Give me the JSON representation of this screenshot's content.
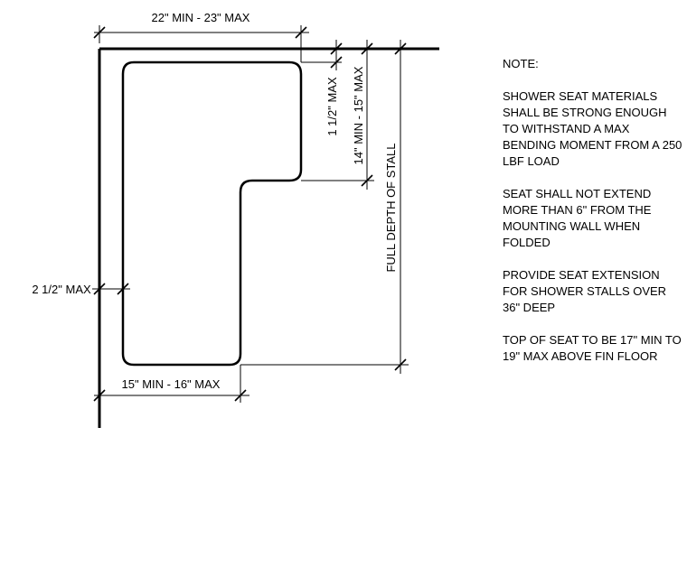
{
  "dimensions": {
    "seat_width_top": "22\" MIN - 23\" MAX",
    "seat_width_bottom": "15\" MIN - 16\" MAX",
    "wall_gap_side": "2 1/2\" MAX",
    "wall_gap_back": "1 1/2\" MAX",
    "wide_depth": "14\" MIN - 15\" MAX",
    "full_depth": "FULL DEPTH OF STALL"
  },
  "notes": {
    "title": "NOTE:",
    "items": [
      "SHOWER SEAT MATERIALS SHALL BE STRONG ENOUGH TO WITHSTAND A MAX BENDING MOMENT FROM A 250 LBF LOAD",
      "SEAT SHALL NOT EXTEND MORE THAN 6\" FROM THE MOUNTING WALL WHEN FOLDED",
      "PROVIDE SEAT EXTENSION FOR SHOWER STALLS OVER 36\" DEEP",
      "TOP OF SEAT TO BE 17\" MIN TO 19\" MAX ABOVE FIN FLOOR"
    ]
  }
}
